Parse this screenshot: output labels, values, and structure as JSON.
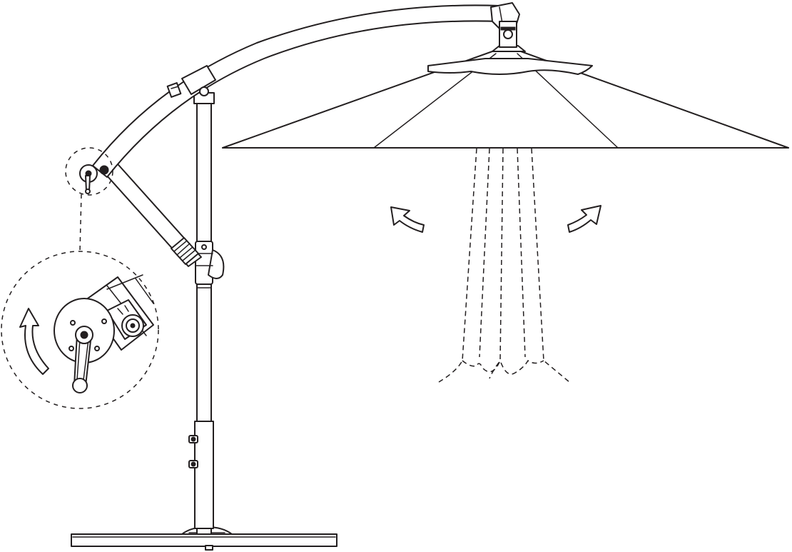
{
  "diagram": {
    "type": "cantilever-umbrella-assembly",
    "colors": {
      "line": "#231f20",
      "background": "#ffffff"
    },
    "parts": [
      "cross-base",
      "pole",
      "curved-arm",
      "support-strut",
      "crank-handle",
      "canopy",
      "canopy-top-cap"
    ],
    "callouts": [
      "crank-detail-zoom"
    ],
    "indicators": [
      "rotate-arrow-left",
      "rotate-arrow-right",
      "crank-rotation-arrow",
      "tilt-motion-dashes"
    ]
  }
}
